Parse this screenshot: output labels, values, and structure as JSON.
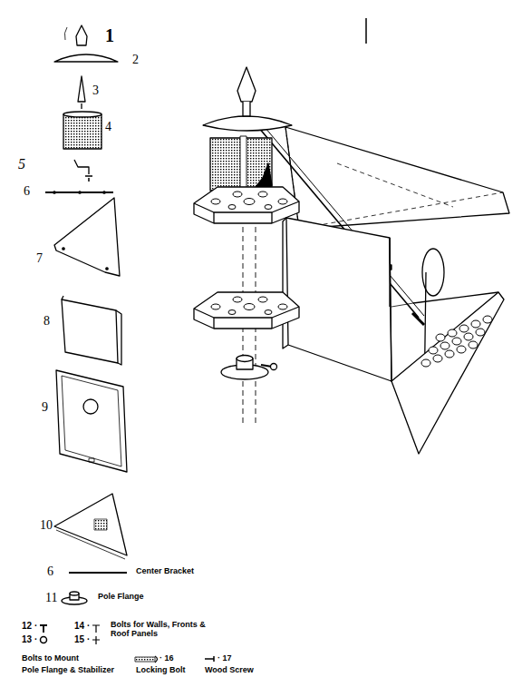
{
  "diagram": {
    "labels": [
      "1",
      "2",
      "3",
      "4",
      "5",
      "6",
      "7",
      "8",
      "9",
      "10",
      "6",
      "Center Bracket",
      "11",
      "Pole Flange",
      "12 ·",
      "14 ·",
      "Bolts for Walls, Fronts & Roof Panels",
      "13 ·",
      "15 ·",
      "Bolts to Mount",
      "Pole Flange & Stabilizer",
      "· 16",
      "Locking Bolt",
      "· 17",
      "Wood Screw"
    ]
  }
}
